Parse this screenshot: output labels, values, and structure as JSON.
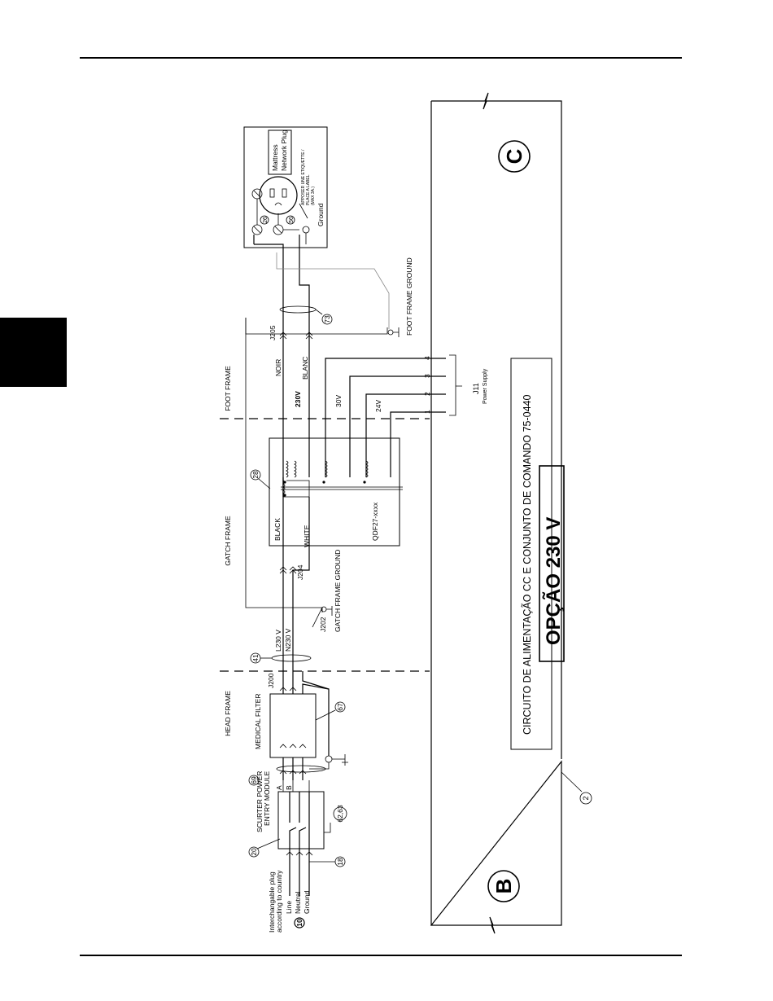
{
  "title": {
    "main": "OPÇÃO 230 V",
    "subtitle": "CIRCUITO DE ALIMENTAÇÃO CC E CONJUNTO DE COMANDO 75-0440"
  },
  "match_marks": {
    "b": "B",
    "c": "C"
  },
  "sections": {
    "head": "HEAD FRAME",
    "gatch": "GATCH FRAME",
    "foot": "FOOT FRAME"
  },
  "plug": {
    "desc1": "Interchangable plug",
    "desc2": "according to country",
    "line": "Line",
    "neutral": "Neutral",
    "ground": "Ground"
  },
  "entry_module": {
    "line1": "SCURTER POWER",
    "line2": "ENTRY MODULE",
    "a": "A",
    "b": "B"
  },
  "filter": {
    "label": "MEDICAL FILTER"
  },
  "connectors": {
    "j200": "J200",
    "j204": "J204",
    "j202": "J202",
    "j205": "J205"
  },
  "wires": {
    "l230": "L230 V",
    "n230": "N230 V",
    "black": "BLACK",
    "white": "WHITE",
    "noir": "NOIR",
    "blanc": "BLANC"
  },
  "grounds": {
    "gatch": "GATCH FRAME GROUND",
    "foot": "FOOT FRAME GROUND"
  },
  "transformer": {
    "part": "QDF27-xxxx",
    "v230": "230V",
    "v30": "30V",
    "v24": "24V"
  },
  "j11": {
    "name": "J11",
    "desc": "Power Supply",
    "pins": [
      "1",
      "2",
      "3",
      "4"
    ]
  },
  "outlet": {
    "label1": "Mattress",
    "label2": "Network Plug",
    "ground": "Ground",
    "note1": "APPOSER UNE ETIQUETTE /",
    "note2": "PLACE A LABEL",
    "note3": "(MAX 3A.)"
  },
  "callouts": [
    "10",
    "18",
    "20",
    "62,63",
    "69",
    "67",
    "41",
    "28",
    "73",
    "26",
    "56",
    "2"
  ]
}
